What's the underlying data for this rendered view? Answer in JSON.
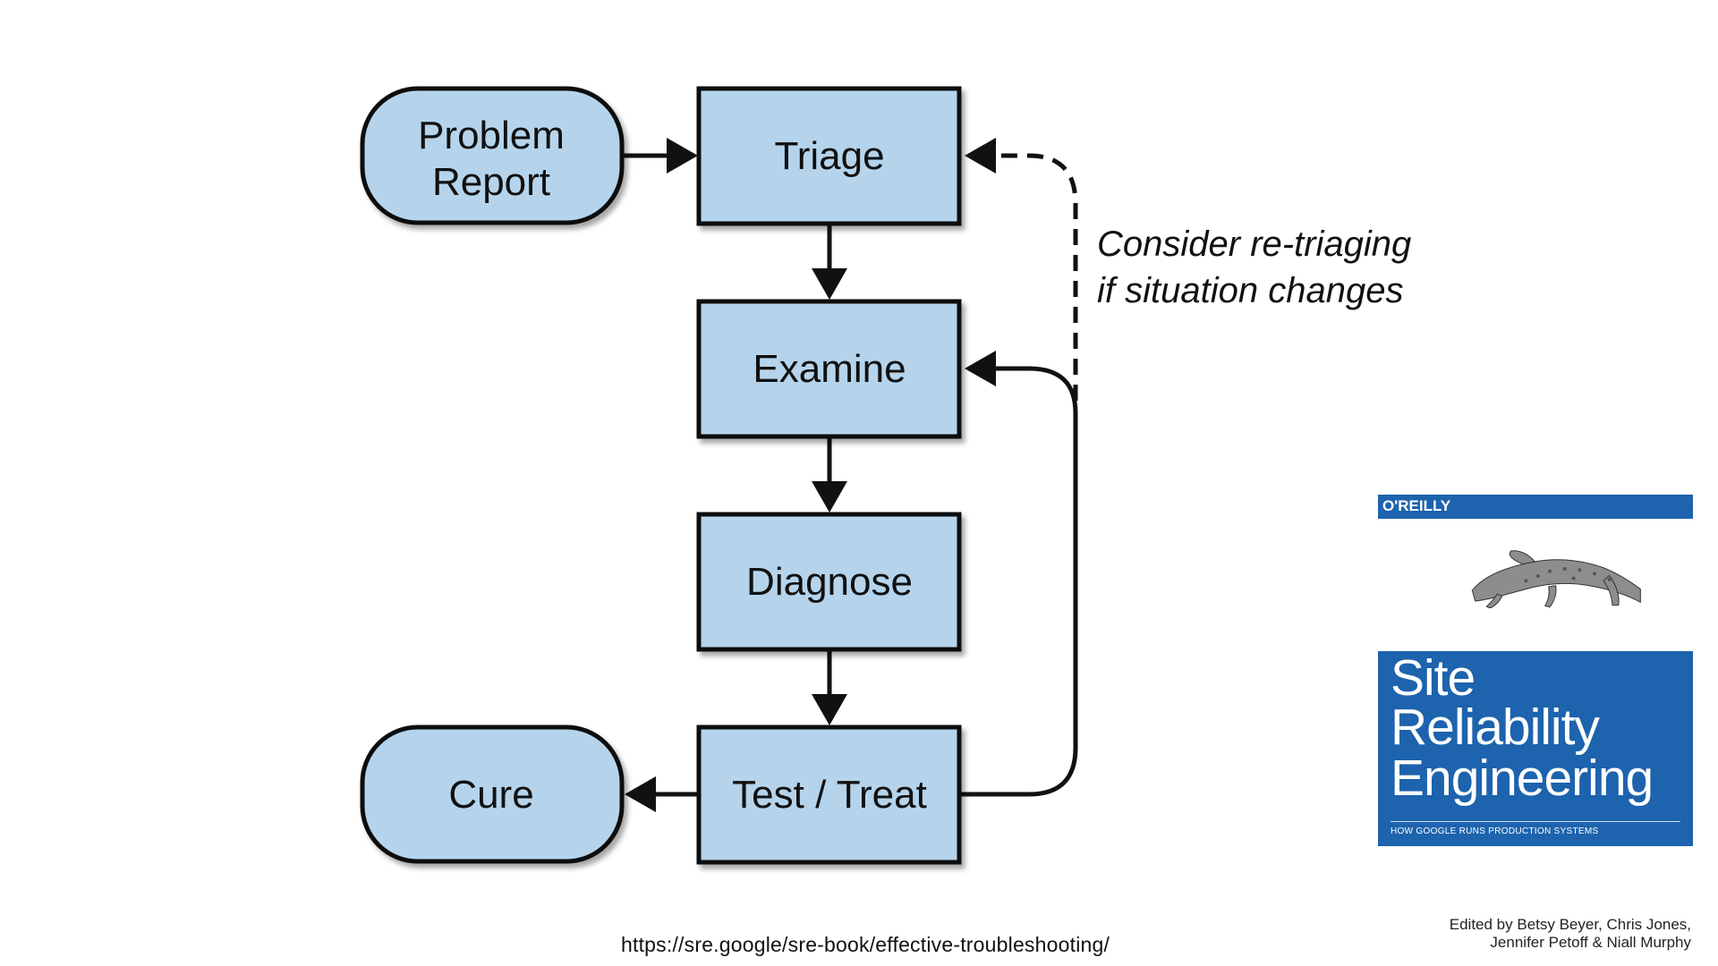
{
  "diagram": {
    "nodes": {
      "problem_report": [
        "Problem",
        "Report"
      ],
      "triage": "Triage",
      "examine": "Examine",
      "diagnose": "Diagnose",
      "test_treat": "Test / Treat",
      "cure": "Cure"
    },
    "note": [
      "Consider re-triaging",
      "if situation changes"
    ],
    "colors": {
      "node_fill": "#b5d4ec",
      "stroke": "#111111"
    }
  },
  "source_url": "https://sre.google/sre-book/effective-troubleshooting/",
  "book": {
    "publisher": "O'REILLY",
    "title_lines": [
      "Site",
      "Reliability",
      "Engineering"
    ],
    "subtitle": "HOW GOOGLE RUNS PRODUCTION SYSTEMS",
    "editors": [
      "Edited by Betsy Beyer, Chris Jones,",
      "Jennifer Petoff & Niall Murphy"
    ],
    "cover_color": "#1d63ad"
  }
}
